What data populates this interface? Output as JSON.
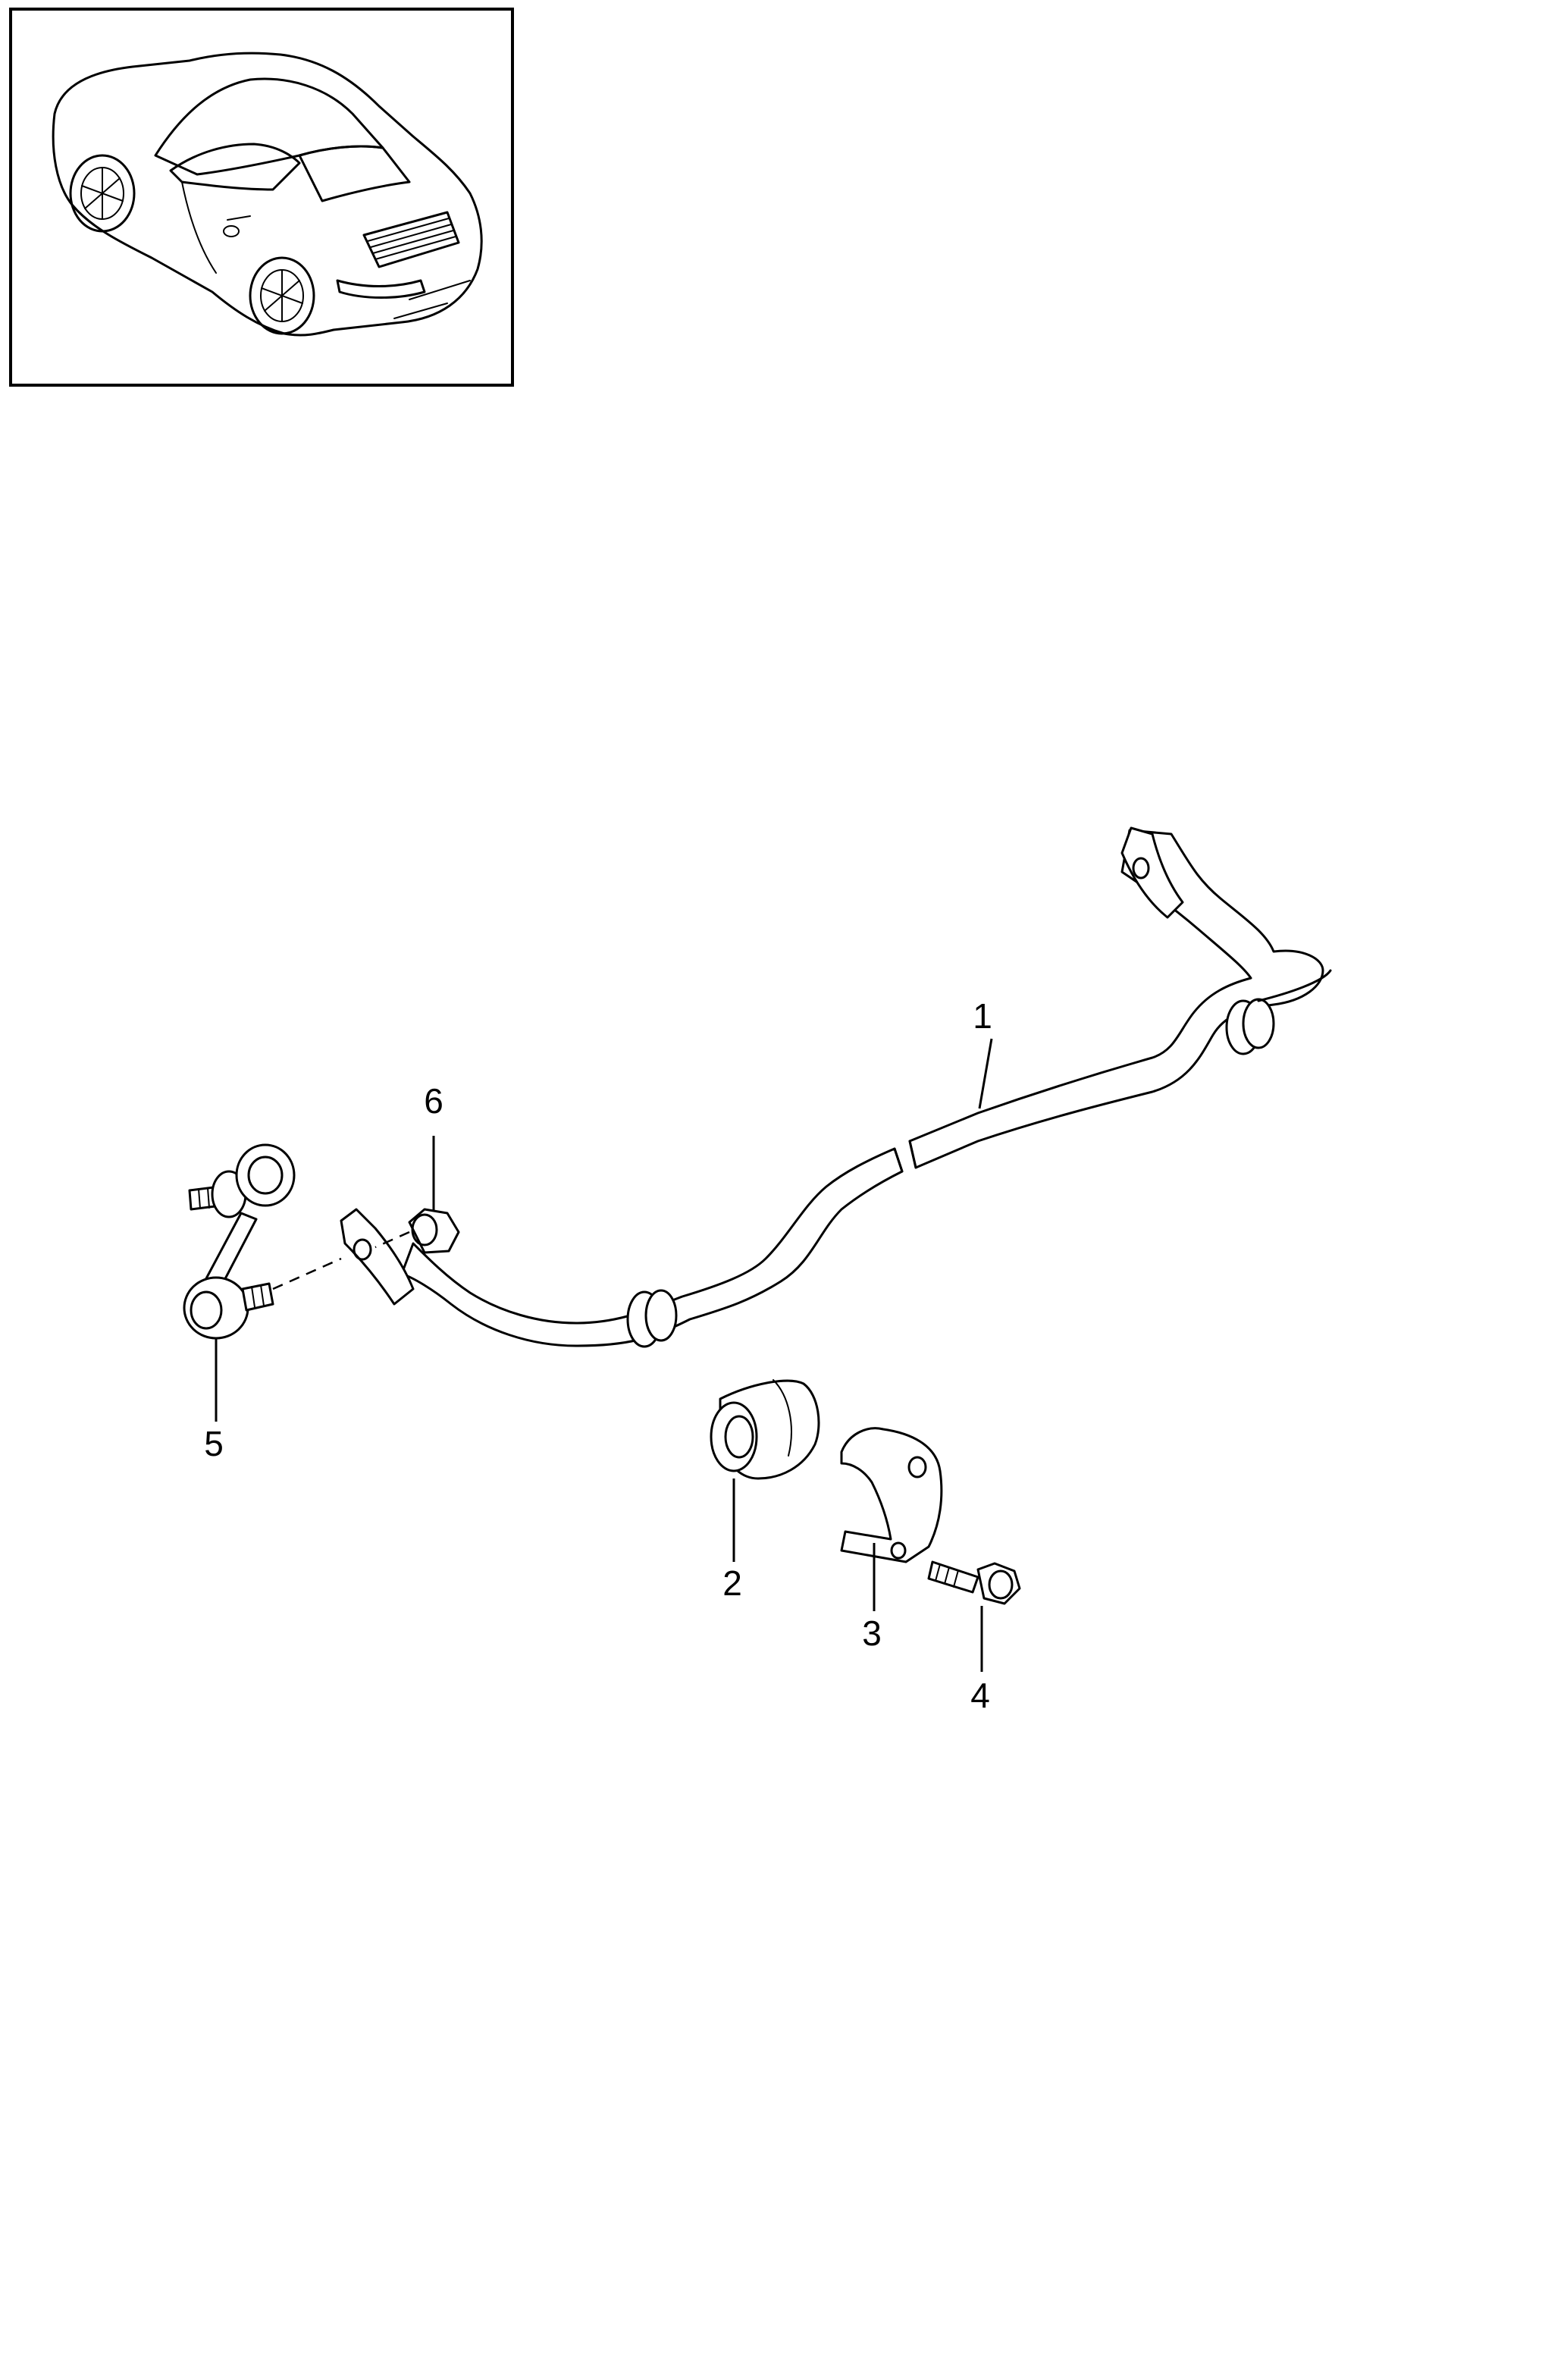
{
  "callouts": [
    {
      "id": "1",
      "label": "1",
      "part": "stabilizer-bar"
    },
    {
      "id": "2",
      "label": "2",
      "part": "bushing"
    },
    {
      "id": "3",
      "label": "3",
      "part": "bracket-clamp"
    },
    {
      "id": "4",
      "label": "4",
      "part": "hex-bolt"
    },
    {
      "id": "5",
      "label": "5",
      "part": "coupling-rod"
    },
    {
      "id": "6",
      "label": "6",
      "part": "hex-nut"
    }
  ],
  "colors": {
    "line": "#000000",
    "background": "#ffffff"
  }
}
